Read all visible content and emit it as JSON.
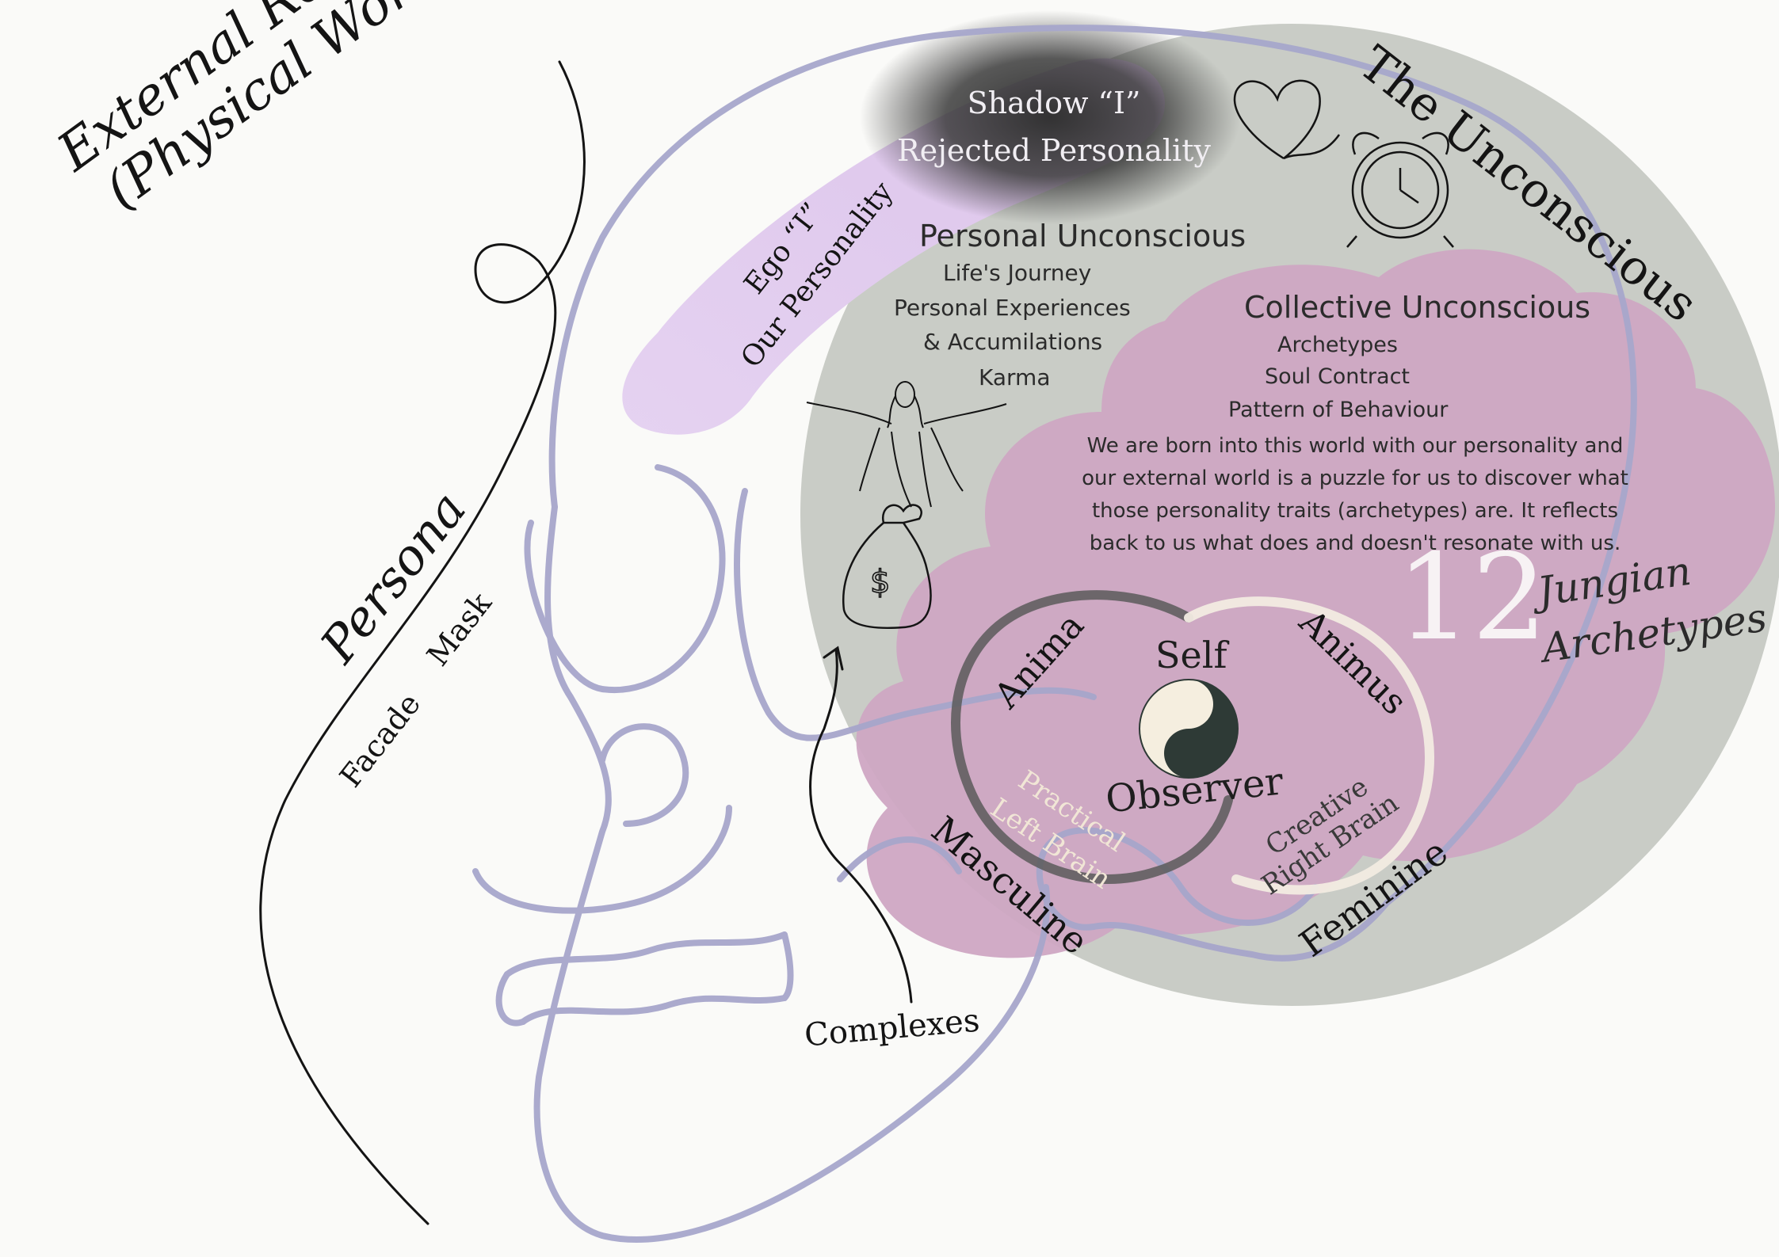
{
  "external_reality": {
    "line1": "External Reality",
    "line2": "(Physical World)"
  },
  "persona": {
    "title": "Persona",
    "facade": "Facade",
    "mask": "Mask"
  },
  "ego": {
    "line1": "Ego “I”",
    "line2": "Our Personality"
  },
  "shadow": {
    "line1": "Shadow “I”",
    "line2": "Rejected Personality"
  },
  "unconscious_title": "The Unconscious",
  "personal_unconscious": {
    "title": "Personal Unconscious",
    "items": [
      "Life's Journey",
      "Personal Experiences",
      "& Accumilations",
      "Karma"
    ]
  },
  "collective_unconscious": {
    "title": "Collective Unconscious",
    "items": [
      "Archetypes",
      "Soul Contract",
      "Pattern of Behaviour"
    ],
    "paragraph": [
      "We are born into this world with our personality and",
      "our external world is a puzzle for us to discover what",
      "those personality traits (archetypes) are. It reflects",
      "back to us what does and doesn't resonate with us."
    ]
  },
  "jungian": {
    "number": "12",
    "line1": "Jungian",
    "line2": "Archetypes"
  },
  "self_circle": {
    "self": "Self",
    "observer": "Observer",
    "anima": "Anima",
    "animus": "Animus",
    "practical": "Practical",
    "left_brain": "Left Brain",
    "creative": "Creative",
    "right_brain": "Right Brain",
    "masculine": "Masculine",
    "feminine": "Feminine"
  },
  "complexes": "Complexes",
  "colors": {
    "background": "#fafaf8",
    "skull_line": "#a7a6cb",
    "unconscious_circle": "#c9ccc6",
    "collective_cloud": "#cfa6c3",
    "ego_band": "#e3cdef",
    "shadow_cloud": "#3d3d3d",
    "ink": "#141414"
  },
  "icons": [
    "heart-outline-icon",
    "alarm-clock-icon",
    "christ-figure-icon",
    "money-bag-icon",
    "yin-yang-icon",
    "arrow-icon"
  ]
}
